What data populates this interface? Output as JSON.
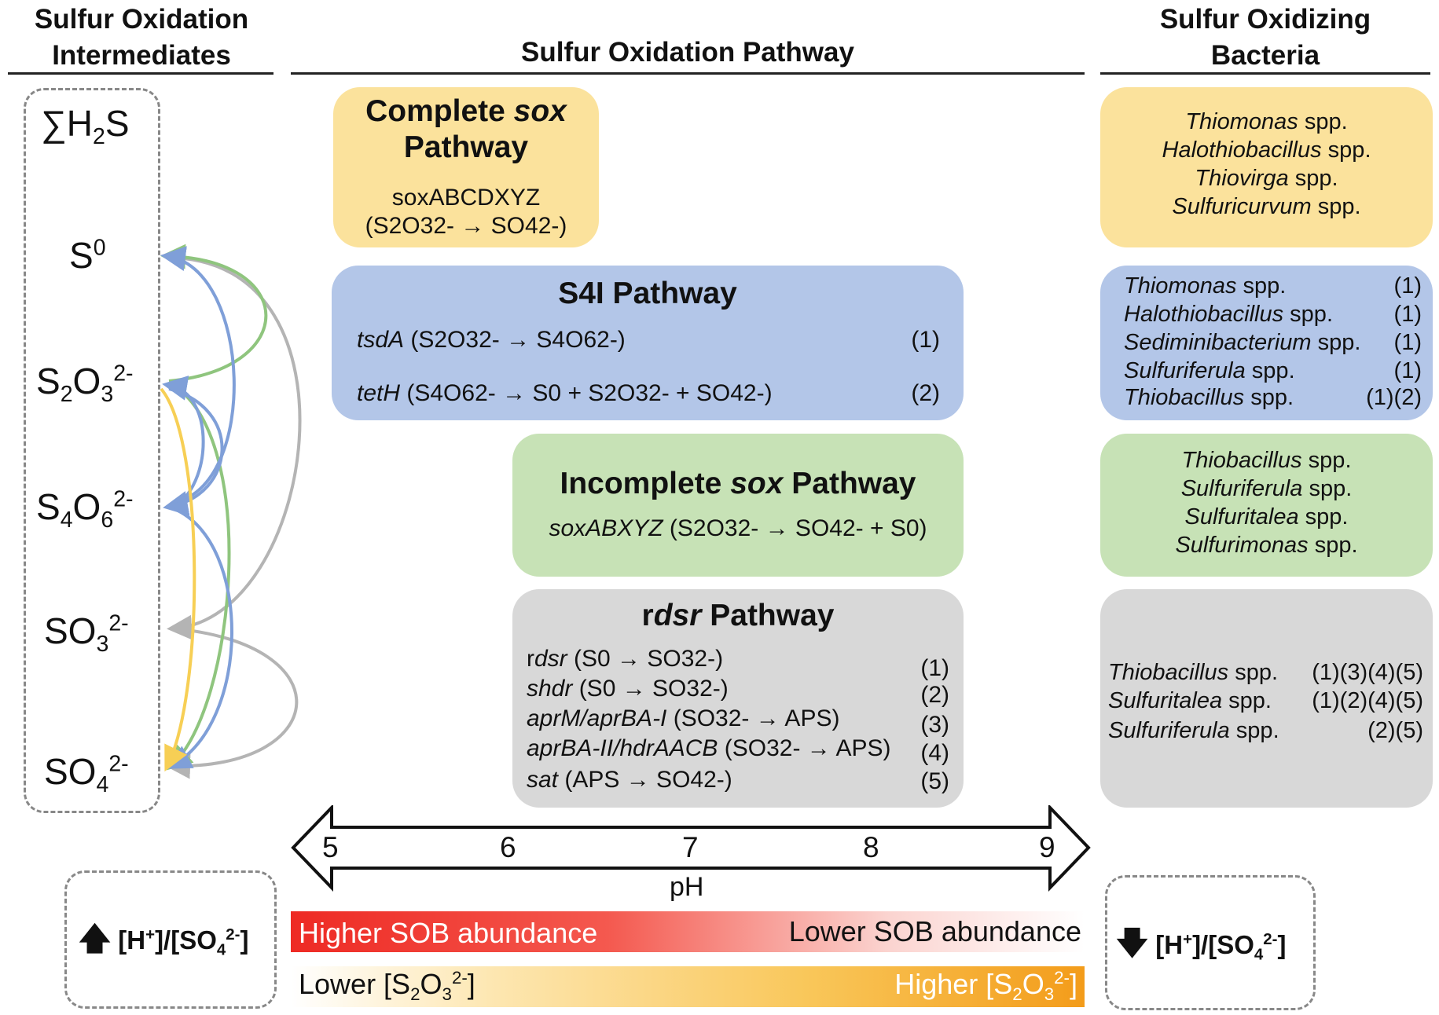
{
  "headers": {
    "left": "Sulfur Oxidation\nIntermediates",
    "center": "Sulfur Oxidation Pathway",
    "right": "Sulfur Oxidizing\nBacteria"
  },
  "intermediates": {
    "h2s": "∑H2S",
    "s0": "S0",
    "s2o3": "S2O32-",
    "s4o6": "S4O62-",
    "so3": "SO32-",
    "so4": "SO42-"
  },
  "pathways": {
    "complete_sox": {
      "title_a": "Complete ",
      "title_b": "sox",
      "title_c": "Pathway",
      "genes": "soxABCDXYZ",
      "reaction": "(S2O32- → SO42-)"
    },
    "s4i": {
      "title": "S4I Pathway",
      "rows": [
        {
          "gene": "tsdA",
          "reaction": " (S2O32- → S4O62-)",
          "num": "(1)"
        },
        {
          "gene": "tetH",
          "reaction": " (S4O62- → S0 + S2O32- + SO42-)",
          "num": "(2)"
        }
      ]
    },
    "incomplete_sox": {
      "title_a": "Incomplete ",
      "title_b": "sox",
      "title_c": " Pathway",
      "gene": "soxABXYZ",
      "reaction": " (S2O32- → SO42- + S0)"
    },
    "rdsr": {
      "title_a": "r",
      "title_b": "dsr",
      "title_c": " Pathway",
      "rows": [
        {
          "gene_pre": "r",
          "gene": "dsr",
          "reaction": " (S0 → SO32-)",
          "num": "(1)"
        },
        {
          "gene_pre": "",
          "gene": "shdr",
          "reaction": " (S0 → SO32-)",
          "num": "(2)"
        },
        {
          "gene_pre": "",
          "gene": "aprM/aprBA-I",
          "reaction": " (SO32- → APS)",
          "num": "(3)"
        },
        {
          "gene_pre": "",
          "gene": "aprBA-II/hdrAACB",
          "reaction": " (SO32- → APS)",
          "num": "(4)"
        },
        {
          "gene_pre": "",
          "gene": "sat",
          "reaction": " (APS → SO42-)",
          "num": "(5)"
        }
      ]
    }
  },
  "bacteria": {
    "yellow": [
      "Thiomonas",
      "Halothiobacillus",
      "Thiovirga",
      "Sulfuricurvum"
    ],
    "blue": [
      {
        "name": "Thiomonas",
        "num": "(1)"
      },
      {
        "name": "Halothiobacillus",
        "num": "(1)"
      },
      {
        "name": "Sediminibacterium",
        "num": "(1)"
      },
      {
        "name": "Sulfuriferula",
        "num": "(1)"
      },
      {
        "name": "Thiobacillus",
        "num": "(1)(2)"
      }
    ],
    "green": [
      "Thiobacillus",
      "Sulfuriferula",
      "Sulfuritalea",
      "Sulfurimonas"
    ],
    "gray": [
      {
        "name": "Thiobacillus",
        "num": "(1)(3)(4)(5)"
      },
      {
        "name": "Sulfuritalea",
        "num": "(1)(2)(4)(5)"
      },
      {
        "name": "Sulfuriferula",
        "num": "(2)(5)"
      }
    ],
    "spp": " spp."
  },
  "ph_axis": {
    "ticks": [
      "5",
      "6",
      "7",
      "8",
      "9"
    ],
    "label": "pH"
  },
  "gradients": {
    "sob_high": "Higher SOB abundance",
    "sob_low": "Lower SOB abundance",
    "s2o3_low": "Lower [S2O32-]",
    "s2o3_high": "Higher [S2O32-]",
    "sob_color": "#ee2a24",
    "s2o3_color": "#f39c1a"
  },
  "ratio": {
    "left_arrow": "up",
    "right_arrow": "down",
    "label": "[H+]/[SO42-]"
  },
  "colors": {
    "yellow": "#fbe29c",
    "blue": "#b3c6e8",
    "green": "#c7e2b6",
    "gray": "#d8d8d8",
    "arrow_blue": "#7f9fd8",
    "arrow_green": "#8fc57e",
    "arrow_gray": "#b4b4b4",
    "arrow_yellow": "#f7cf55"
  }
}
